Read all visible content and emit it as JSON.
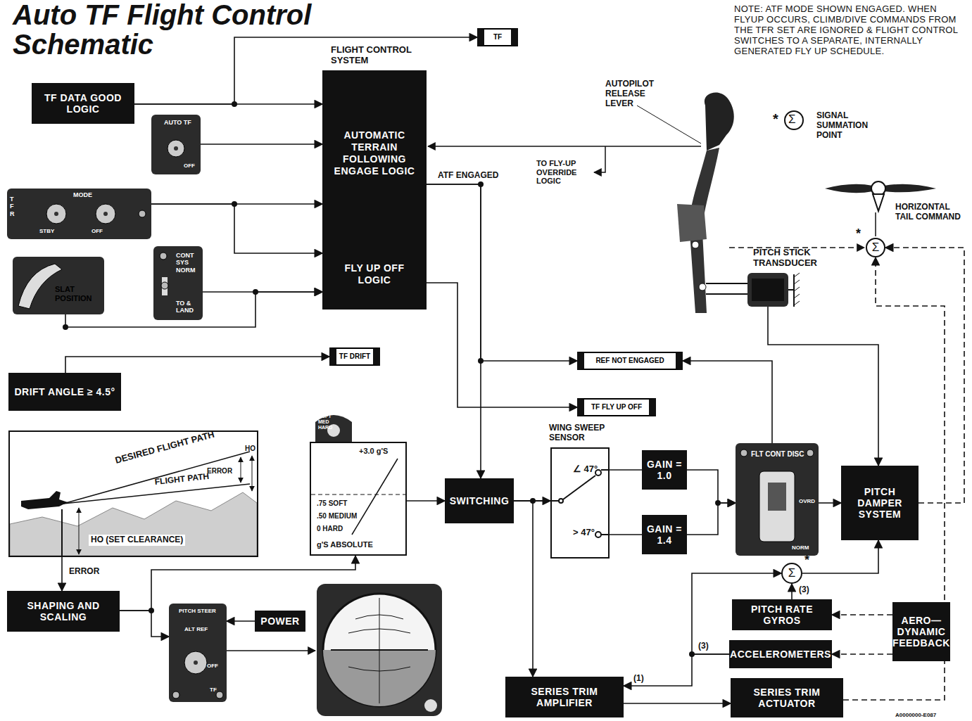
{
  "diagram": {
    "title": "Auto TF Flight Control Schematic",
    "nodes": [
      {
        "text": [
          "TF DATA GOOD LOGIC"
        ]
      },
      {
        "text": [
          "TF"
        ]
      },
      {
        "text": [
          "FLIGHT CONTROL SYSTEM"
        ]
      },
      {
        "text": [
          "AUTOMATIC TERRAIN FOLLOWING ENGAGE LOGIC"
        ],
        "in": 2
      },
      {
        "text": [
          "FLY UP OFF LOGIC"
        ],
        "in": 2
      },
      {
        "text": [
          "AUTO TF",
          "OFF"
        ]
      },
      {
        "text": [
          "TFR",
          "MODE",
          "STBY",
          "OFF"
        ]
      },
      {
        "text": [
          "SLAT POSITION"
        ]
      },
      {
        "text": [
          "CONT SYS NORM",
          "TO & LAND"
        ]
      },
      {
        "text": [
          "DRIFT ANGLE ≥ 4.5°"
        ]
      },
      {
        "text": [
          "TF DRIFT"
        ]
      },
      {
        "text": [
          "REF NOT ENGAGED"
        ]
      },
      {
        "text": [
          "TF FLY UP OFF"
        ]
      },
      {
        "text": [
          "DESIRED FLIGHT PATH",
          "FLIGHT PATH",
          "ERROR",
          "HO",
          "HO (SET CLEARANCE)"
        ]
      },
      {
        "text": [
          "+3.0 g'S",
          ".75 SOFT",
          ".50 MEDIUM",
          "0 HARD",
          "g'S ABSOLUTE",
          "SOFT MED HARD"
        ]
      },
      {
        "text": [
          "SWITCHING"
        ]
      },
      {
        "text": [
          "WING SWEEP SENSOR",
          "∠ 47°",
          "> 47°"
        ]
      },
      {
        "text": [
          "GAIN = 1.0"
        ]
      },
      {
        "text": [
          "GAIN = 1.4"
        ]
      },
      {
        "text": [
          "FLT CONT DISC",
          "OVRD",
          "NORM"
        ]
      },
      {
        "text": [
          "PITCH DAMPER SYSTEM"
        ]
      },
      {
        "text": [
          "PITCH STICK TRANSDUCER"
        ]
      },
      {
        "text": [
          "SHAPING AND SCALING"
        ]
      },
      {
        "text": [
          "PITCH STEER",
          "ALT REF",
          "OFF",
          "TF"
        ]
      },
      {
        "text": [
          "POWER"
        ]
      },
      {
        "text": [
          "PITCH RATE GYROS"
        ]
      },
      {
        "text": [
          "ACCELEROMETERS"
        ]
      },
      {
        "text": [
          "AERO— DYNAMIC FEEDBACK"
        ]
      },
      {
        "text": [
          "SERIES TRIM AMPLIFIER"
        ]
      },
      {
        "text": [
          "SERIES TRIM ACTUATOR"
        ]
      },
      {
        "text": [
          "Σ"
        ]
      },
      {
        "text": [
          "Σ"
        ]
      }
    ],
    "edges": [
      {
        "from": 0,
        "to": 1,
        "arrow": "to"
      },
      {
        "from": 0,
        "to": 3,
        "arrow": "to"
      },
      {
        "from": 5,
        "to": 3,
        "arrow": "to"
      },
      {
        "from": 6,
        "to": 3,
        "arrow": "to"
      },
      {
        "from": 6,
        "to": 4,
        "arrow": "to"
      },
      {
        "from": 7,
        "to": 4,
        "arrow": "to"
      },
      {
        "from": 8,
        "to": 4,
        "arrow": "to"
      },
      {
        "from": 3,
        "to": 15,
        "label": "ATF ENGAGED",
        "arrow": "to"
      },
      {
        "from": 3,
        "to": 11,
        "arrow": "to"
      },
      {
        "from": 4,
        "to": 12,
        "arrow": "to"
      },
      {
        "from": 19,
        "to": 11,
        "arrow": "to"
      },
      {
        "from": 9,
        "to": 10,
        "arrow": "to"
      },
      {
        "from": 13,
        "to": 22,
        "label": "ERROR",
        "arrow": "to"
      },
      {
        "from": 22,
        "to": 14,
        "arrow": "to"
      },
      {
        "from": 22,
        "to": 23,
        "arrow": "to"
      },
      {
        "from": 24,
        "to": 23,
        "arrow": "to"
      },
      {
        "from": 14,
        "to": 15,
        "arrow": "to"
      },
      {
        "from": 15,
        "to": 16,
        "arrow": "to"
      },
      {
        "from": 16,
        "to": 17,
        "arrow": "none"
      },
      {
        "from": 16,
        "to": 18,
        "arrow": "none"
      },
      {
        "from": 17,
        "to": 19,
        "arrow": "to"
      },
      {
        "from": 18,
        "to": 19,
        "arrow": "to"
      },
      {
        "from": 19,
        "to": 20,
        "arrow": "to"
      },
      {
        "from": 21,
        "to": 20,
        "arrow": "to"
      },
      {
        "from": 20,
        "to": 30,
        "arrow": "to"
      },
      {
        "from": 29,
        "to": 30,
        "arrow": "to"
      },
      {
        "from": 25,
        "to": 31,
        "label": "(3)",
        "arrow": "to"
      },
      {
        "from": 26,
        "to": 31,
        "label": "(3)",
        "arrow": "to"
      },
      {
        "from": 26,
        "to": 28,
        "label": "(1)",
        "arrow": "to"
      },
      {
        "from": 31,
        "to": 20,
        "arrow": "to"
      },
      {
        "from": 27,
        "to": 25,
        "arrow": "to"
      },
      {
        "from": 27,
        "to": 26,
        "arrow": "to"
      },
      {
        "from": 15,
        "to": 28,
        "arrow": "to"
      },
      {
        "from": 28,
        "to": 29,
        "arrow": "to"
      }
    ],
    "labels": [
      "NOTE: ATF MODE SHOWN ENGAGED. WHEN FLYUP OCCURS, CLIMB/DIVE COMMANDS FROM THE TFR SET ARE IGNORED & FLIGHT CONTROL SWITCHES TO A SEPARATE, INTERNALLY GENERATED FLY UP SCHEDULE.",
      "*",
      "Σ",
      "AUTOPILOT RELEASE LEVER",
      "TO FLY-UP OVERRIDE LOGIC",
      "HORIZONTAL TAIL COMMAND",
      "*",
      "*",
      "A0000000-E087"
    ],
    "legend": [
      {
        "text": "SIGNAL SUMMATION POINT"
      }
    ]
  }
}
